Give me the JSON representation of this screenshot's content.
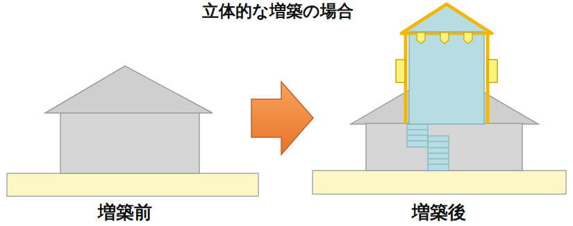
{
  "diagram": {
    "title": "立体的な増築の場合",
    "labels": [
      "増築前",
      "増築後"
    ]
  }
}
